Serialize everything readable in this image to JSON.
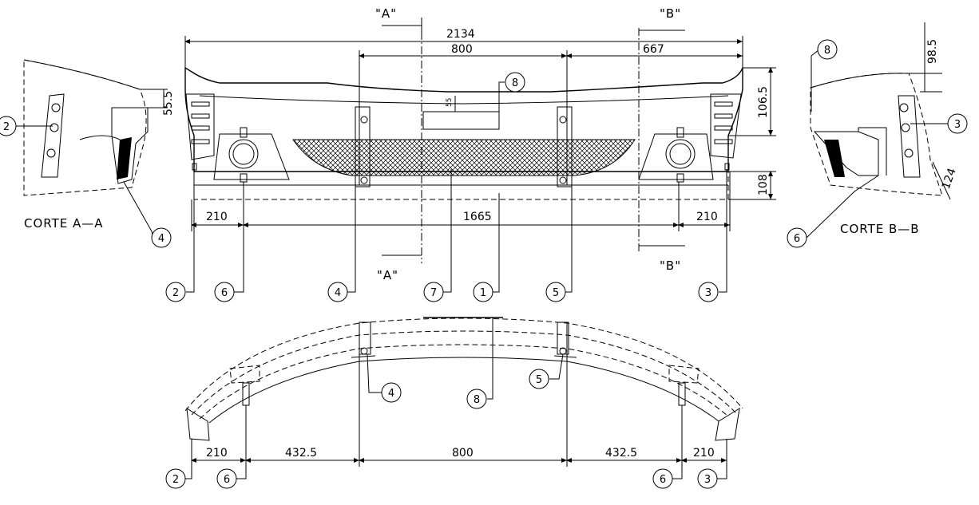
{
  "front_view": {
    "dimensions": {
      "overall_width": "2134",
      "mount_span": "800",
      "right_offset": "667",
      "left_edge_offset": "210",
      "inner_span": "1665",
      "right_edge_offset": "210",
      "height_top": "106.5",
      "height_bottom": "108",
      "plate_offset": "55"
    },
    "section_marks": {
      "a_top": "\"A\"",
      "a_bottom": "\"A\"",
      "b_top": "\"B\"",
      "b_bottom": "\"B\""
    },
    "balloons": [
      "2",
      "6",
      "4",
      "7",
      "1",
      "5",
      "3",
      "8"
    ]
  },
  "section_a": {
    "title": "CORTE A—A",
    "dim_thickness": "55.5",
    "balloons": [
      "2",
      "4"
    ]
  },
  "section_b": {
    "title": "CORTE B—B",
    "dim_top": "98.5",
    "dim_side": "124",
    "balloons": [
      "8",
      "3",
      "6"
    ]
  },
  "top_view": {
    "dimensions": [
      "210",
      "432.5",
      "800",
      "432.5",
      "210"
    ],
    "balloons": [
      "4",
      "5",
      "8",
      "2",
      "6",
      "6",
      "3"
    ]
  },
  "colors": {
    "line": "#000000",
    "background": "#ffffff"
  }
}
